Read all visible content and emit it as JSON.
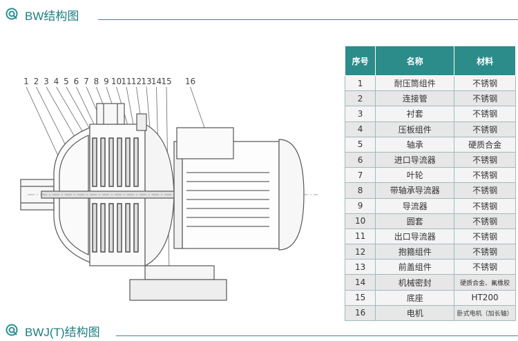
{
  "header_top": {
    "title": "BW结构图",
    "accent": "#1d7c80"
  },
  "header_bottom": {
    "title": "BWJ(T)结构图"
  },
  "diagram": {
    "callouts": [
      "1",
      "2",
      "3",
      "4",
      "5",
      "6",
      "7",
      "8",
      "9",
      "10",
      "11",
      "12",
      "13",
      "14",
      "15",
      "16"
    ]
  },
  "table": {
    "header_color": "#2c8c8a",
    "columns": [
      "序号",
      "名称",
      "材料"
    ],
    "rows": [
      {
        "no": "1",
        "name": "耐压筒组件",
        "material": "不锈钢"
      },
      {
        "no": "2",
        "name": "连接管",
        "material": "不锈钢"
      },
      {
        "no": "3",
        "name": "衬套",
        "material": "不锈钢"
      },
      {
        "no": "4",
        "name": "压板组件",
        "material": "不锈钢"
      },
      {
        "no": "5",
        "name": "轴承",
        "material": "硬质合金"
      },
      {
        "no": "6",
        "name": "进口导流器",
        "material": "不锈钢"
      },
      {
        "no": "7",
        "name": "叶轮",
        "material": "不锈钢"
      },
      {
        "no": "8",
        "name": "带轴承导流器",
        "material": "不锈钢"
      },
      {
        "no": "9",
        "name": "导流器",
        "material": "不锈钢"
      },
      {
        "no": "10",
        "name": "圆套",
        "material": "不锈钢"
      },
      {
        "no": "11",
        "name": "出口导流器",
        "material": "不锈钢"
      },
      {
        "no": "12",
        "name": "抱箍组件",
        "material": "不锈钢"
      },
      {
        "no": "13",
        "name": "前盖组件",
        "material": "不锈钢"
      },
      {
        "no": "14",
        "name": "机械密封",
        "material": "硬质合金、氟橡胶"
      },
      {
        "no": "15",
        "name": "底座",
        "material": "HT200"
      },
      {
        "no": "16",
        "name": "电机",
        "material": "卧式电机（加长轴）"
      }
    ]
  }
}
